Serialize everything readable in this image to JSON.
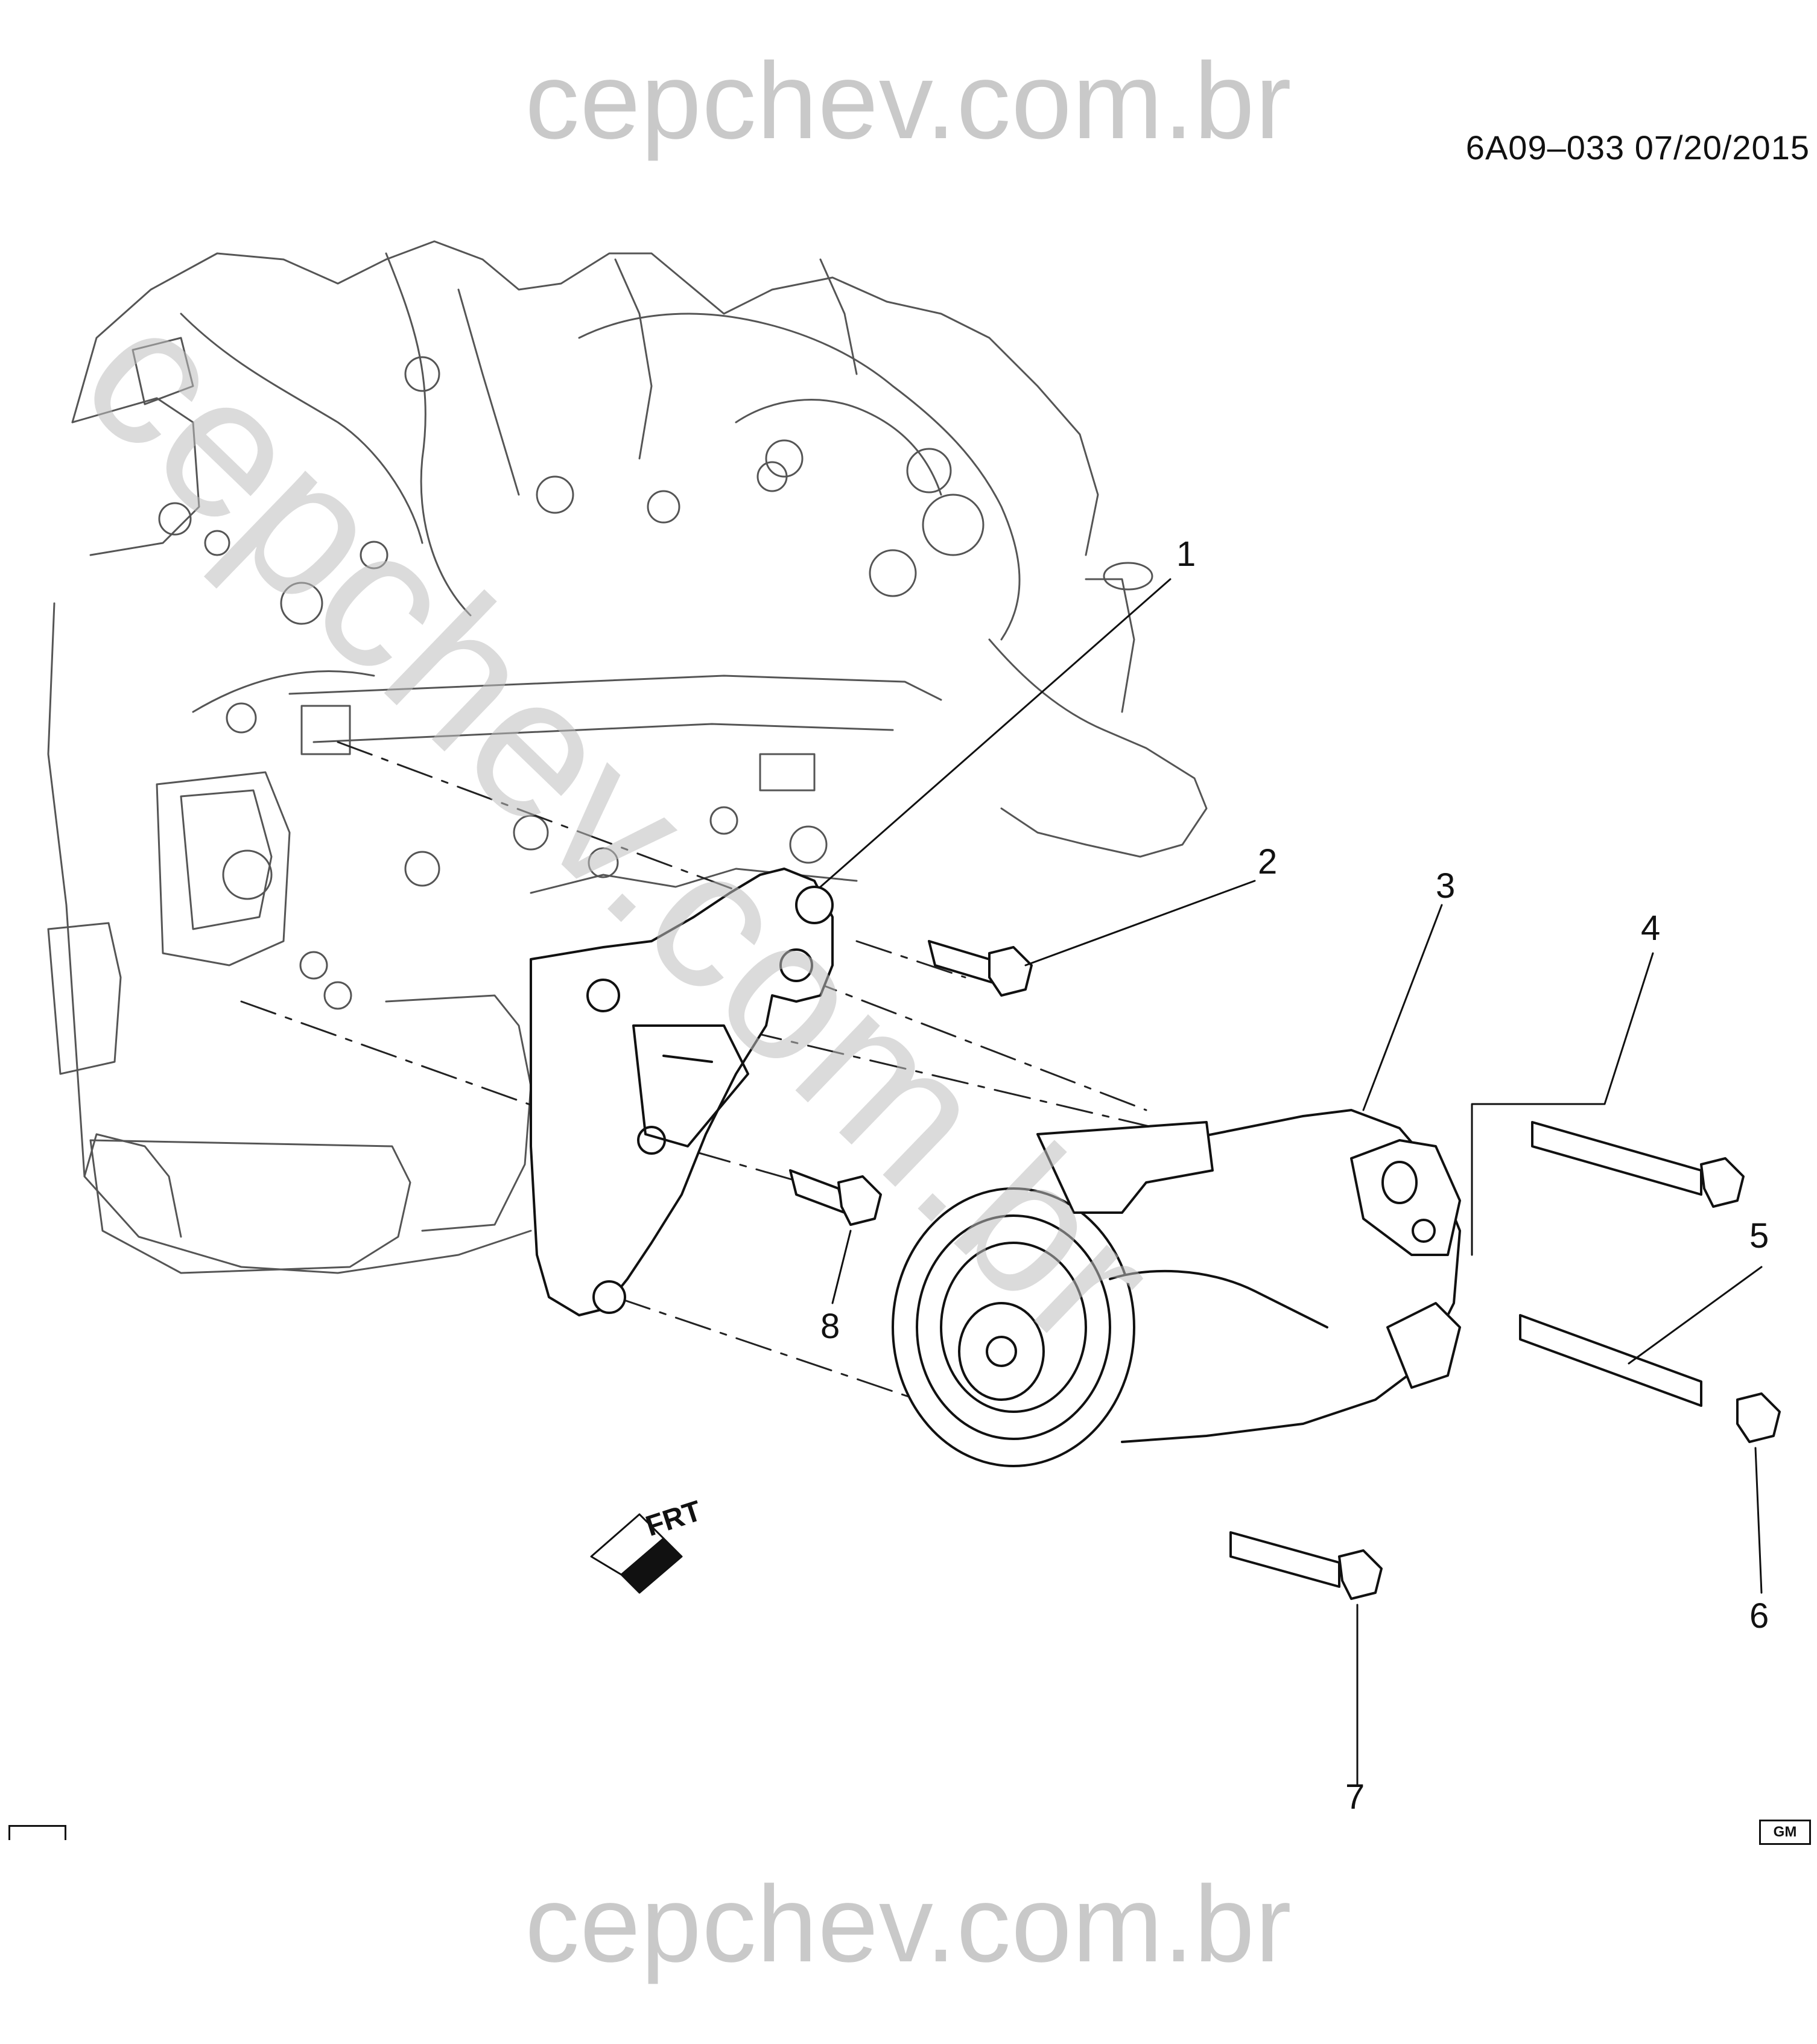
{
  "watermark": {
    "top": "cepchev.com.br",
    "bottom": "cepchev.com.br",
    "diagonal": "cepchev.com.br"
  },
  "diagram": {
    "id": "6A09–033  07/20/2015",
    "direction_label": "FRT"
  },
  "callouts": [
    {
      "num": "1"
    },
    {
      "num": "2"
    },
    {
      "num": "3"
    },
    {
      "num": "4"
    },
    {
      "num": "5"
    },
    {
      "num": "6"
    },
    {
      "num": "7"
    },
    {
      "num": "8"
    }
  ],
  "corner_marks": {
    "left": "",
    "right": "GM"
  }
}
